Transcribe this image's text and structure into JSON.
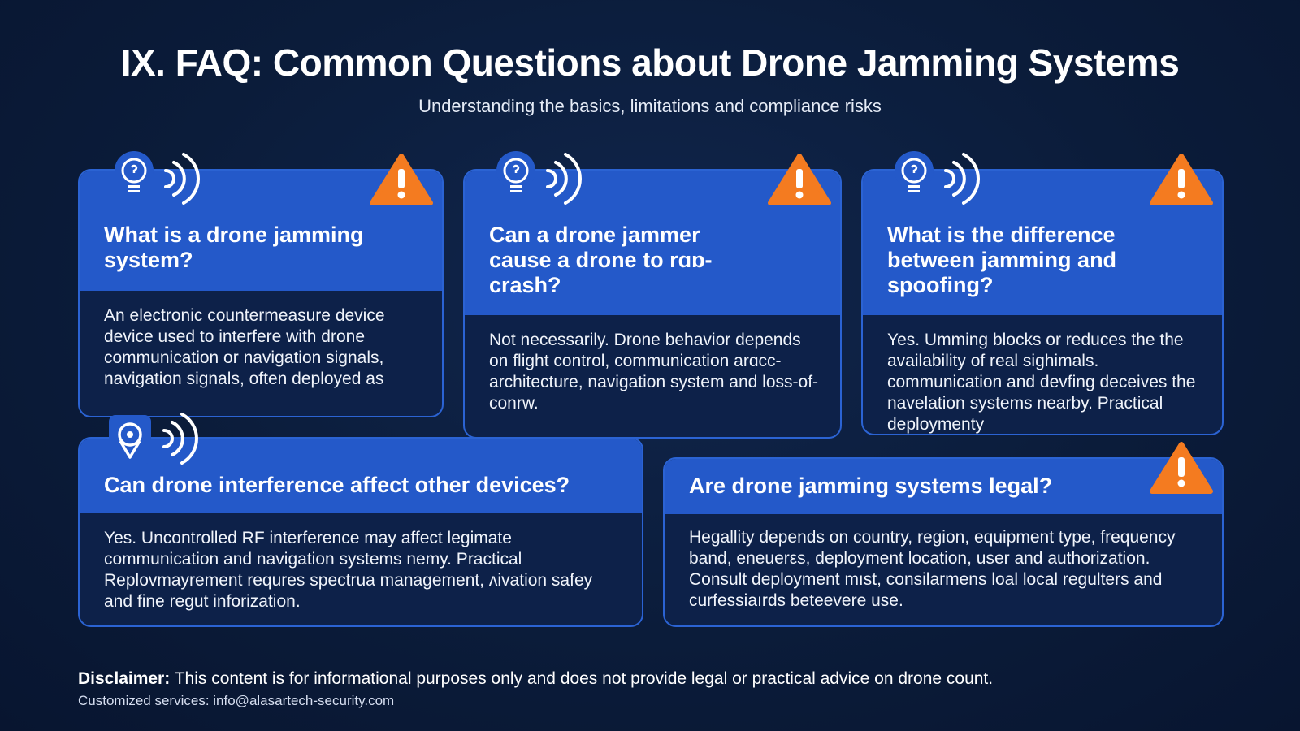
{
  "header": {
    "title": "IX. FAQ: Common Questions about Drone Jamming Systems",
    "subtitle": "Understanding the basics, limitations and compliance risks"
  },
  "cards": [
    {
      "question": "What is a drone jamming system?",
      "answer": "An electronic countermeasure device device used to interfere with drone communication or navigation signals, navigation signals, often deployed as",
      "icons": [
        "lightbulb-icon",
        "signal-waves-icon",
        "warning-icon"
      ]
    },
    {
      "question": "Can a drone jammer cause a drone to rɑɒ-crash?",
      "answer": "Not necessarily. Drone behavior depends on flight control, communication arɑcc-architecture, navigation system and loss-of-conrw.",
      "icons": [
        "lightbulb-icon",
        "signal-waves-icon",
        "warning-icon"
      ]
    },
    {
      "question": "What is the difference between jamming and spoofing?",
      "answer": "Yes. Umming blocks or reduces the the availability of real sighimals. communication and devfing deceives the navelation systems nearby. Practical deploymenty",
      "icons": [
        "lightbulb-icon",
        "signal-waves-icon",
        "warning-icon"
      ]
    },
    {
      "question": "Can drone interference affect other devices?",
      "answer": "Yes. Uncontrolled RF interference may affect legimate communication and navigation systems nemy. Practical Replovmayrement requres spectrua management, ʌivation safey and fine regut inforization.",
      "icons": [
        "location-pin-icon",
        "signal-waves-icon"
      ]
    },
    {
      "question": "Are drone jamming systems legal?",
      "answer": "Hegallity depends on country, region, equipment type, frequency band, eneuerεs, deployment location, user and authorization. Consult deployment mıst, consilarmens loal local regulters and curfessiaırds beteevere use.",
      "icons": [
        "warning-icon"
      ]
    }
  ],
  "footer": {
    "disclaimer_label": "Disclaimer:",
    "disclaimer_text": " This content is for informational purposes only and does not provide legal or practical advice on drone count.",
    "contact": "Customized services: info@alasartech-security.com"
  },
  "colors": {
    "background": "#0b1c3a",
    "card_header": "#2459c9",
    "card_body": "#0d2149",
    "warning": "#f47b20"
  }
}
